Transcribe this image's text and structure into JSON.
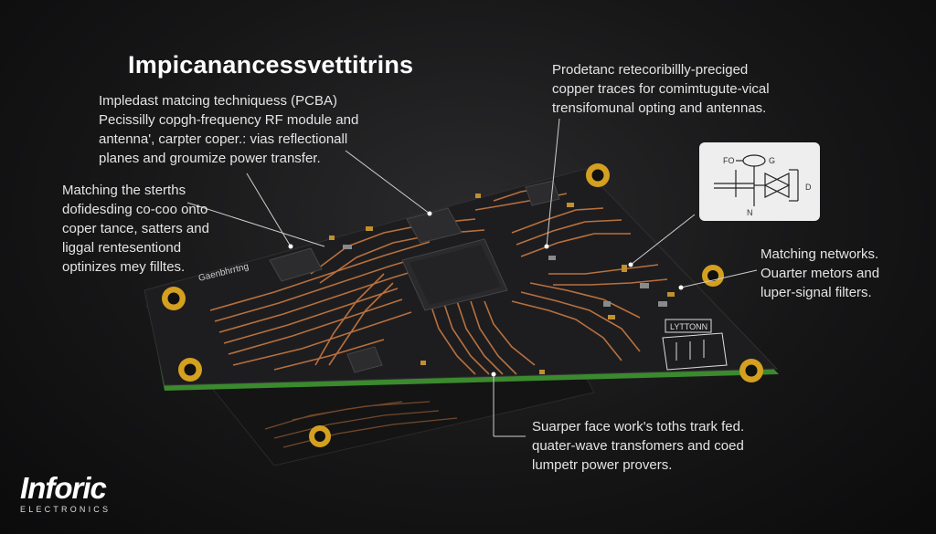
{
  "title": "Impicanancessvettitrins",
  "callouts": {
    "top_left": [
      "Impledast matcing techniquess  (PCBA)",
      "Pecissilly copgh-frequency RF module and",
      "antenna', carpter coper.: vias reflectionall",
      "planes and groumize power transfer."
    ],
    "left": [
      "Matching the sterths",
      "dofidesding co-coo onto",
      "coper tance, satters and",
      "liggal rentesentiond",
      "optinizes mey filltes."
    ],
    "top_right": [
      "Prodetanc retecoribillly-preciged",
      "copper traces for comimtugute-vical",
      "trensifomunal opting and antennas."
    ],
    "right": [
      "Matching networks.",
      "Ouarter metors and",
      "luper-signal filters."
    ],
    "bottom": [
      "Suarper face work's toths trark fed.",
      "quater-wave transfomers and coed",
      "lumpetr power provers."
    ]
  },
  "schematic_labels": [
    "FO",
    "G",
    "D",
    "N"
  ],
  "board_silkscreen": "Gaenbhrrtng",
  "chip_label": "LYTTONN",
  "logo": {
    "name": "Inforic",
    "tagline": "ELECTRONICS"
  },
  "colors": {
    "background": "#161617",
    "board": "#1c1c1e",
    "copper": "#b8703e",
    "pad": "#d4a020",
    "board_edge": "#3b8a2e"
  }
}
